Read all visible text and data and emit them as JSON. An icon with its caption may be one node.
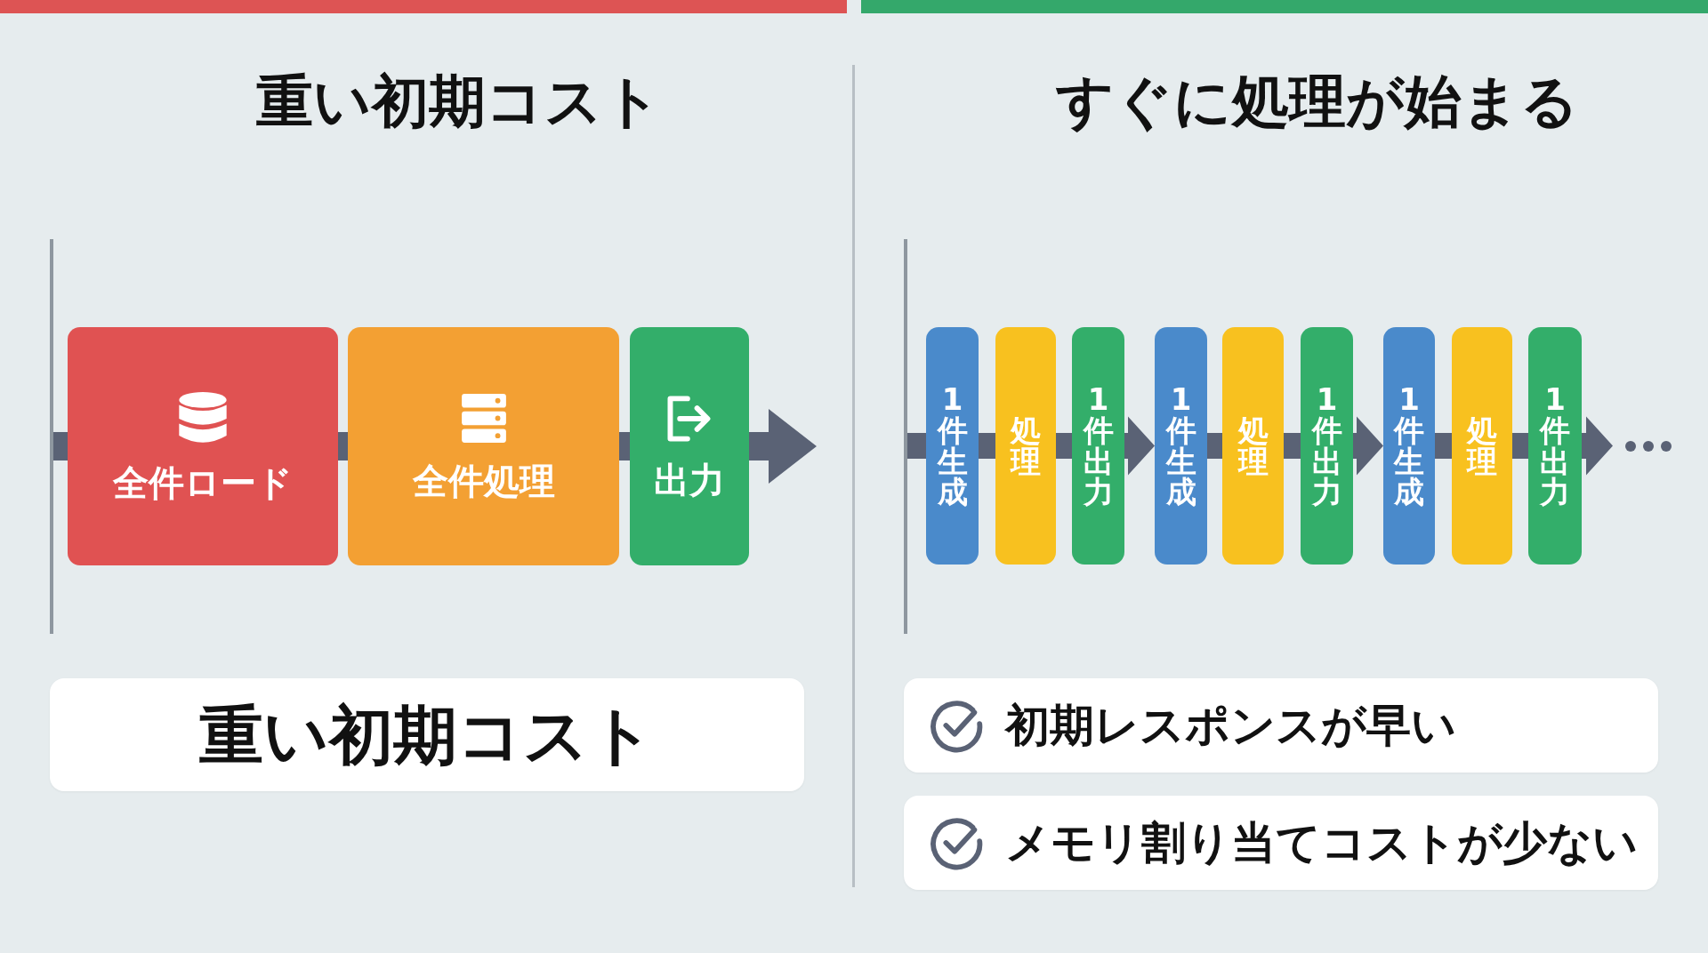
{
  "diagram": {
    "nodes": [
      {
        "text": [
          "全件ロード"
        ]
      },
      {
        "text": [
          "全件処理"
        ]
      },
      {
        "text": [
          "出力"
        ]
      },
      {
        "text": [
          "重い初期コスト"
        ]
      },
      {
        "text": [
          "1件生成"
        ]
      },
      {
        "text": [
          "処理"
        ]
      },
      {
        "text": [
          "1件出力"
        ]
      },
      {
        "text": [
          "1件生成"
        ]
      },
      {
        "text": [
          "処理"
        ]
      },
      {
        "text": [
          "1件出力"
        ]
      },
      {
        "text": [
          "1件生成"
        ]
      },
      {
        "text": [
          "処理"
        ]
      },
      {
        "text": [
          "1件出力"
        ]
      },
      {
        "text": [
          "初期レスポンスが早い"
        ]
      },
      {
        "text": [
          "メモリ割り当てコストが少ない"
        ]
      }
    ],
    "edges": [
      {
        "from": 0,
        "to": 1,
        "arrow": "none"
      },
      {
        "from": 1,
        "to": 2,
        "arrow": "none"
      },
      {
        "from": 2,
        "to": null,
        "arrow": "to"
      },
      {
        "from": 4,
        "to": 5,
        "arrow": "none"
      },
      {
        "from": 5,
        "to": 6,
        "arrow": "none"
      },
      {
        "from": 6,
        "to": 7,
        "arrow": "to"
      },
      {
        "from": 7,
        "to": 8,
        "arrow": "none"
      },
      {
        "from": 8,
        "to": 9,
        "arrow": "none"
      },
      {
        "from": 9,
        "to": 10,
        "arrow": "to"
      },
      {
        "from": 10,
        "to": 11,
        "arrow": "none"
      },
      {
        "from": 11,
        "to": 12,
        "arrow": "none"
      },
      {
        "from": 12,
        "to": null,
        "arrow": "to"
      }
    ],
    "labels": [
      "重い初期コスト",
      "すぐに処理が始まる"
    ]
  }
}
